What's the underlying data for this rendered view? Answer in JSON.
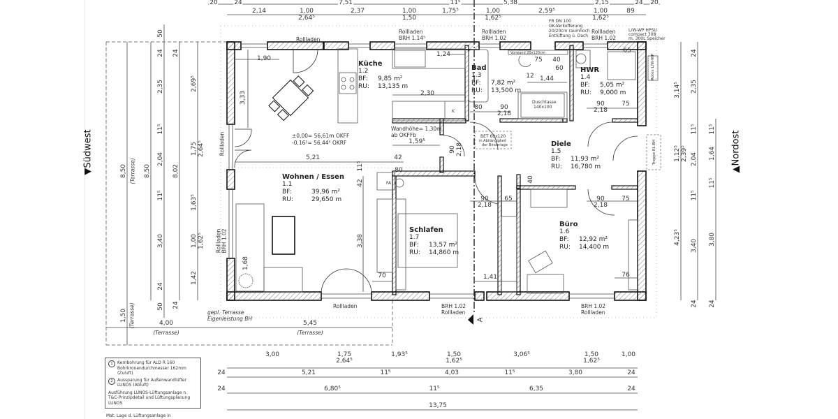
{
  "compass": {
    "west": "Südwest",
    "east": "Nordost",
    "section_marker": "A"
  },
  "rooms": [
    {
      "name": "Küche",
      "number": "1.2",
      "bf_label": "BF:",
      "bf": "9,85 m²",
      "ru_label": "RU:",
      "ru": "13,135 m"
    },
    {
      "name": "Bad",
      "number": "1.3",
      "bf_label": "BF:",
      "bf": "7,82 m²",
      "ru_label": "RU:",
      "ru": "13,500 m"
    },
    {
      "name": "HWR",
      "number": "1.4",
      "bf_label": "BF:",
      "bf": "5,05 m²",
      "ru_label": "RU:",
      "ru": "9,000 m"
    },
    {
      "name": "Diele",
      "number": "1.5",
      "bf_label": "BF:",
      "bf": "11,93 m²",
      "ru_label": "RU:",
      "ru": "16,780 m"
    },
    {
      "name": "Wohnen / Essen",
      "number": "1.1",
      "bf_label": "BF:",
      "bf": "39,96 m²",
      "ru_label": "RU:",
      "ru": "29,650 m"
    },
    {
      "name": "Schlafen",
      "number": "1.7",
      "bf_label": "BF:",
      "bf": "13,57 m²",
      "ru_label": "RU:",
      "ru": "14,860 m"
    },
    {
      "name": "Büro",
      "number": "1.6",
      "bf_label": "BF:",
      "bf": "12,92 m²",
      "ru_label": "RU:",
      "ru": "14,400 m"
    }
  ],
  "annotations": {
    "level_1": "±0,00= 56,61m OKFF",
    "level_2": "-0,16⁵= 56,44⁵ OKRF",
    "wall_height_1": "Wandhöhe= 1,30m",
    "wall_height_2": "ab OKFFb",
    "fr_1": "FR DN 100",
    "fr_2": "GK-Verkofferung",
    "fr_3": "20/20cm raumhoch",
    "fr_4": "Entlüftung ü. Dach",
    "heatpump_1": "L/W-WP HPSU",
    "heatpump_2": "compact 308",
    "heatpump_3": "m. 300L Speicher",
    "rotex": "Rotex L/W-WP",
    "vorwand": "Vorwand 20x120cm",
    "dusche_1": "Duschtasse",
    "dusche_2": "140x100",
    "bet_1": "BET 60x120",
    "bet_2": "in Abhängigkeit",
    "bet_3": "der Binderlage",
    "treppe": "Treppe EL BH",
    "fa": "FA",
    "k": "K",
    "terrace_1": "gepl. Terrasse",
    "terrace_2": "Eigenleistung BH",
    "rolladen": "Rollladen",
    "brh_114": "BRH 1.14⁵",
    "brh_102": "BRH 1.02",
    "circle_1": "1",
    "circle_2": "2"
  },
  "dims_top": {
    "row0": [
      "20",
      "24",
      "7,51",
      "11⁵",
      "5,38",
      "2,15",
      "24",
      "20"
    ],
    "row1": [
      "2,14",
      "1,00",
      "2,64⁵",
      "2,37",
      "1,00",
      "1,50",
      "1,75⁵",
      "1,00",
      "1,62⁵",
      "2,59⁵",
      "1,00",
      "1,62⁵",
      "89"
    ]
  },
  "dims_bottom": {
    "row1": [
      "3,00",
      "1,75",
      "2,64⁵",
      "1,93⁵",
      "1,50",
      "1,62⁵",
      "3,06⁵",
      "1,50",
      "1,62⁵",
      "1,00"
    ],
    "row2": [
      "24",
      "5,21",
      "11⁵",
      "4,03",
      "11⁵",
      "3,80",
      "24"
    ],
    "row3": [
      "24",
      "6,80⁵",
      "11⁵",
      "6,35",
      "24"
    ],
    "row4": [
      "13,75"
    ]
  },
  "dims_left": {
    "terrace_total": "8,50",
    "terrace_label": "(Terrasse)",
    "outer": "8,50",
    "col3": [
      "50",
      "24",
      "2,35",
      "11⁵",
      "2,04",
      "11⁵",
      "3,40",
      "24",
      "50"
    ],
    "col4": [
      "24",
      "8,02",
      "24"
    ],
    "col5": [
      "2,69⁵",
      "1,75",
      "2,64⁵",
      "1,63⁵",
      "1,00",
      "1,62⁵",
      "1,42"
    ],
    "terrace_150": "1,50",
    "terrace_400": "4,00",
    "terrace_545": "5,45"
  },
  "dims_right": {
    "col1": [
      "3,14⁵",
      "1,12⁵",
      "2,39⁵",
      "4,23⁵"
    ],
    "col2": [
      "24",
      "2,35",
      "11⁵",
      "2,04",
      "11⁵",
      "3,40",
      "24"
    ],
    "col3": [
      "11⁵",
      "1,64",
      "11⁵",
      "3,80",
      "24"
    ]
  },
  "dims_interior": {
    "d190": "1,90",
    "d333": "3,33",
    "d124": "1,24",
    "d230": "2,30",
    "d159": "1,59⁵",
    "d521": "5,21",
    "d42a": "42",
    "d115": "11⁵",
    "d42b": "42",
    "d80": "80",
    "d90a": "90",
    "d218a": "2,18",
    "d338": "3,38",
    "d70": "70",
    "d168": "1,68",
    "bad_80": "80",
    "bad_90": "90",
    "bad_218": "2,18",
    "wc_75": "75",
    "wc_40": "40",
    "wc_60": "60",
    "wc_12": "12",
    "wc_144": "1,44",
    "hwr_65": "65",
    "hwr_90": "90",
    "hwr_218": "2,18",
    "hwr_75": "75",
    "hall_40": "40",
    "hall_90": "90",
    "hall_218": "2,18",
    "hall_65": "65",
    "buero_90": "90",
    "buero_218": "2,18",
    "buero_75": "75",
    "buero_76": "76",
    "d141": "1,41"
  },
  "legend": {
    "item1_num": "1",
    "item1_text": "Kernbohrung für ALD R 160 Bohrkronendurchmesser 162mm (Zuluft)",
    "item2_num": "2",
    "item2_text": "Aussparung für Außenwandlüfter LUNOS (Abluft)",
    "note": "Ausführung LUNOS-Lüftungsanlage n. T&C-Prinzipdetail und Lüftungsplanung LUNOS",
    "footer": "Mat. Lage d. Lüftungsanlage in"
  }
}
